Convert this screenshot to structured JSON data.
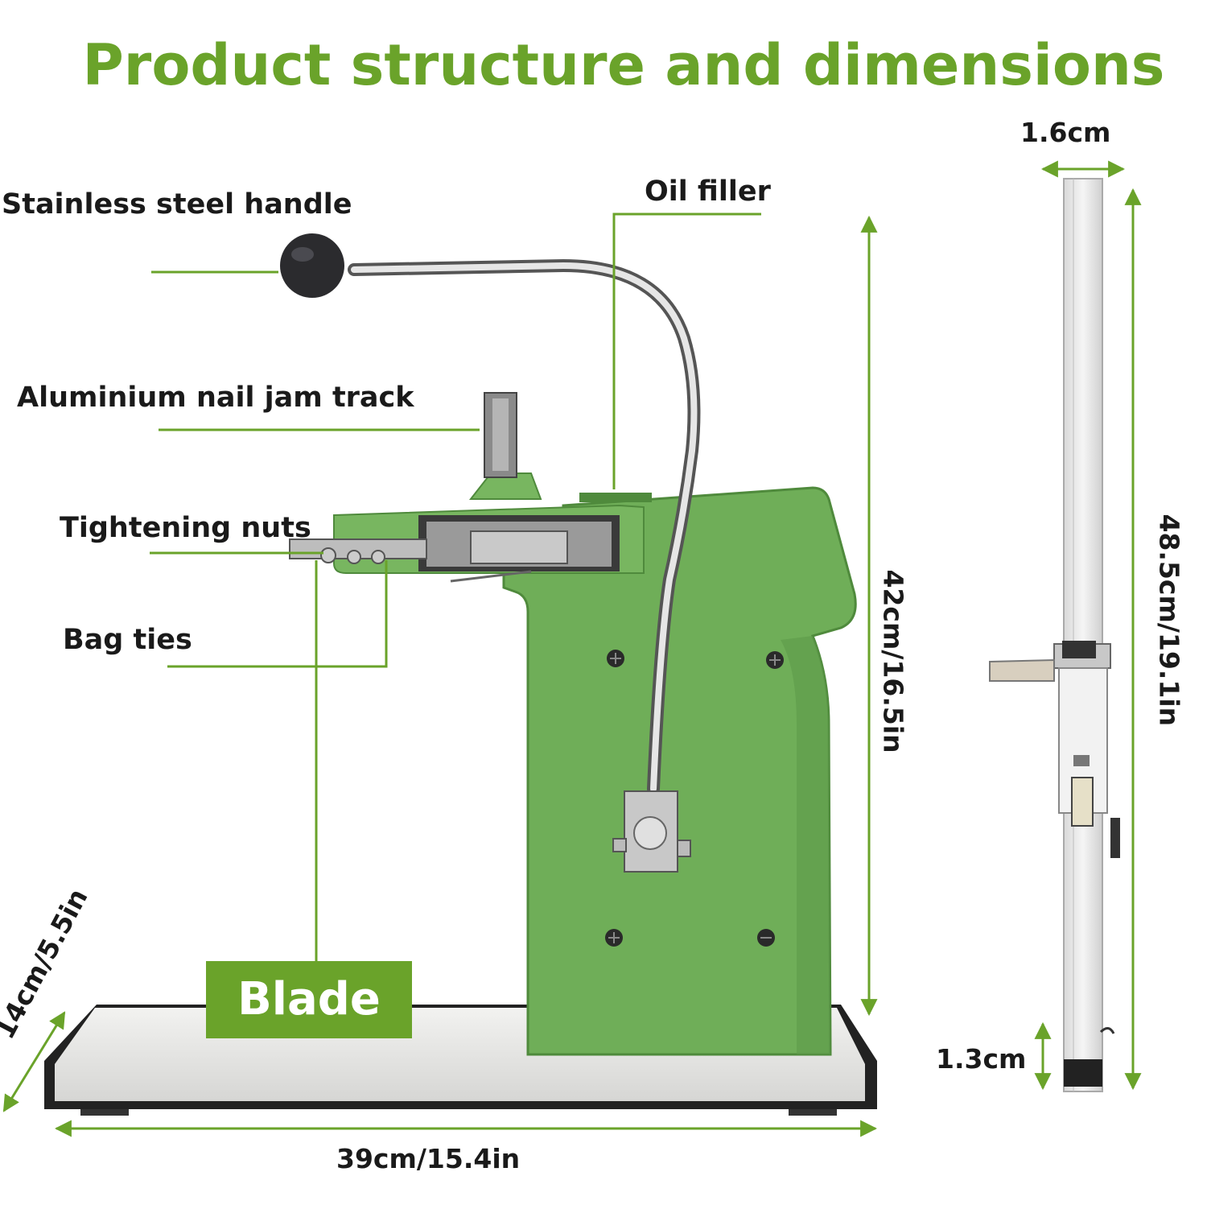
{
  "title": "Product structure and dimensions",
  "labels": {
    "handle": "Stainless steel handle",
    "oil_filler": "Oil filler",
    "track": "Aluminium nail jam track",
    "nuts": "Tightening nuts",
    "bag_ties": "Bag ties",
    "blade": "Blade"
  },
  "dimensions": {
    "height": "42cm/16.5in",
    "width": "39cm/15.4in",
    "depth": "14cm/5.5in",
    "track_width": "1.6cm",
    "track_length": "48.5cm/19.1in",
    "track_bottom": "1.3cm"
  },
  "colors": {
    "accent": "#6aa32a",
    "body": "#6fae58",
    "base": "#e8e8e6",
    "text": "#1a1a1a"
  }
}
